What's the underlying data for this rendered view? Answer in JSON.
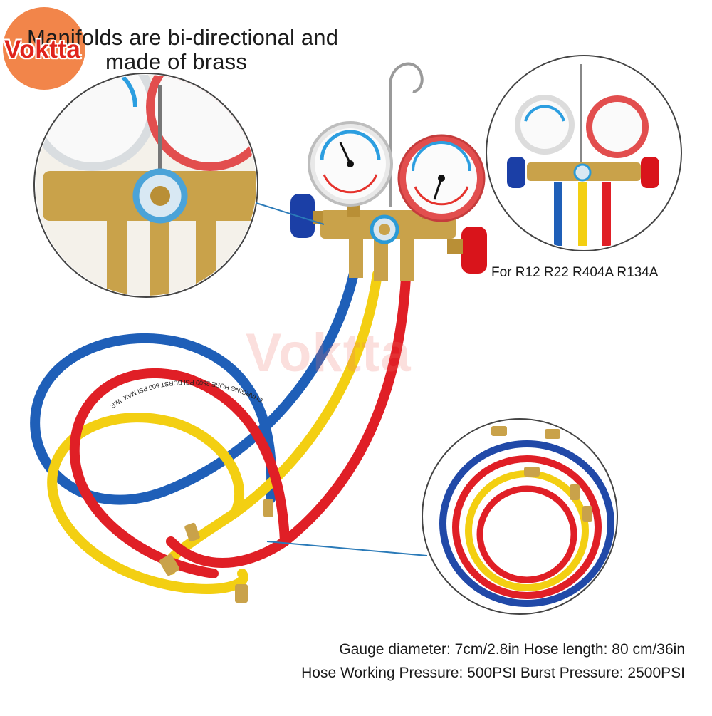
{
  "headline": {
    "line1": "Manifolds are bi-directional and",
    "line2": "made of brass"
  },
  "compatibility": "For R12 R22 R404A R134A",
  "specs": {
    "line1": "Gauge diameter: 7cm/2.8in Hose length: 80 cm/36in",
    "line2": "Hose Working Pressure: 500PSI Burst Pressure: 2500PSI"
  },
  "brand": {
    "logo_text": "Voktta",
    "watermark_text": "Voktta"
  },
  "hose_print": {
    "text": "CHARGING HOSE 2500 PSI BURST 500 PSI MAX. W.P."
  },
  "colors": {
    "blue_hose": "#1f5fb8",
    "red_hose": "#e01f26",
    "yellow_hose": "#f3cf12",
    "brass": "#c9a24a",
    "blue_knob": "#1b3fa6",
    "red_knob": "#d9141b"
  }
}
